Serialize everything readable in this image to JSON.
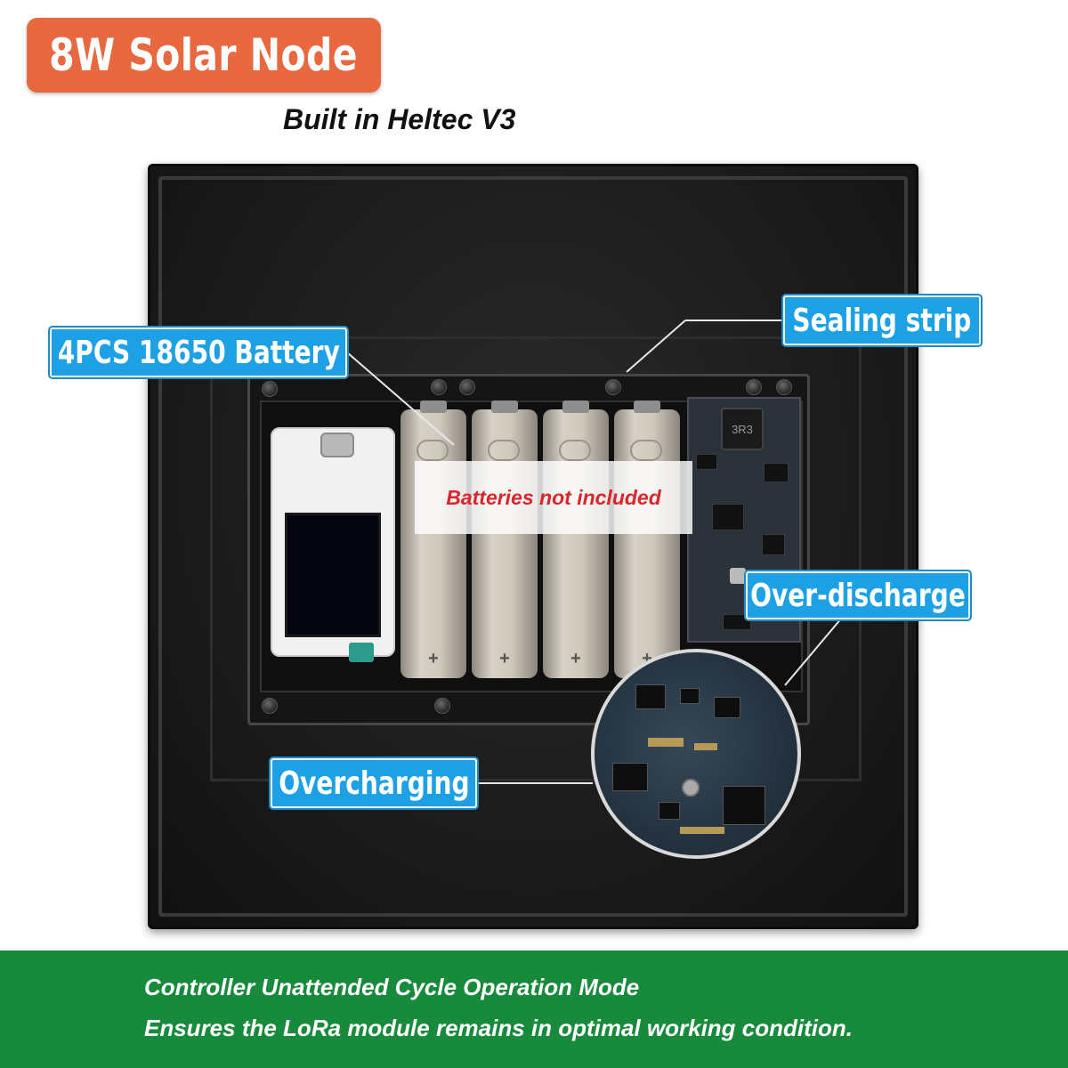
{
  "header": {
    "title": "8W Solar Node",
    "subtitle": "Built in Heltec V3",
    "title_color": "#e8693f"
  },
  "labels": {
    "battery": "4PCS 18650 Battery",
    "sealing": "Sealing strip",
    "over_discharge": "Over-discharge",
    "overcharging": "Overcharging",
    "pill_color": "#1ea1e4"
  },
  "note": {
    "text": "Batteries not included",
    "color": "#d9262d"
  },
  "components": {
    "inductor_marking": "3R3"
  },
  "footer": {
    "line1": "Controller Unattended Cycle Operation Mode",
    "line2": "Ensures the LoRa module remains in optimal working condition.",
    "color": "#178a3c"
  }
}
